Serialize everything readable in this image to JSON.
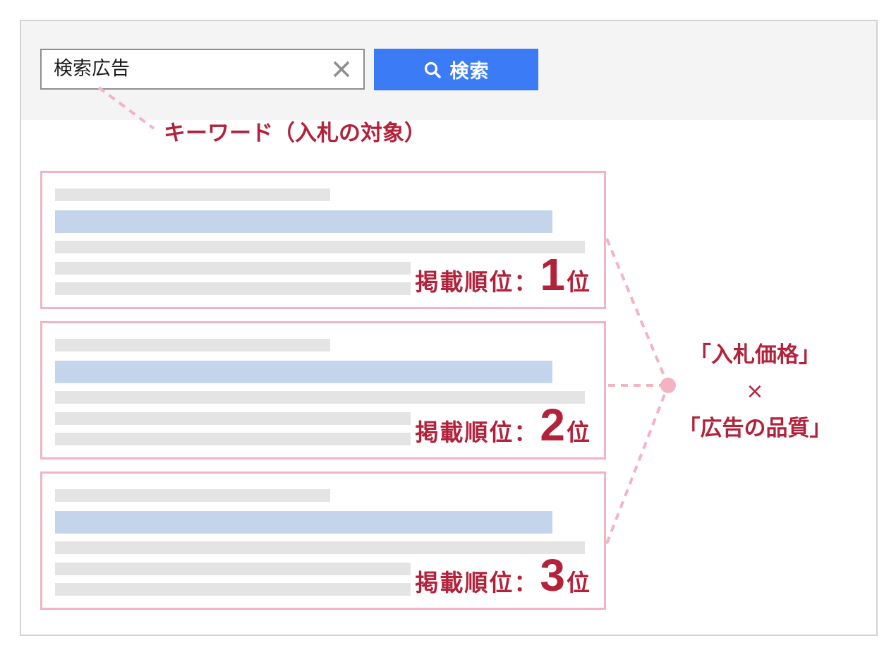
{
  "search": {
    "query": "検索広告",
    "button_label": "検索"
  },
  "keyword_label": "キーワード（入札の対象）",
  "ads": [
    {
      "rank_prefix": "掲載順位：",
      "rank_number": "1",
      "rank_suffix": "位"
    },
    {
      "rank_prefix": "掲載順位：",
      "rank_number": "2",
      "rank_suffix": "位"
    },
    {
      "rank_prefix": "掲載順位：",
      "rank_number": "3",
      "rank_suffix": "位"
    }
  ],
  "formula": {
    "line1": "「入札価格」",
    "operator": "×",
    "line2": "「広告の品質」"
  },
  "icons": [
    "clear-icon",
    "search-icon"
  ],
  "colors": {
    "accent_red": "#b2223b",
    "ad_border_pink": "#f4b3c2",
    "search_button_blue": "#3b7cf6",
    "title_bar_blue": "#c4d4ea",
    "text_bar_gray": "#e4e4e4"
  }
}
